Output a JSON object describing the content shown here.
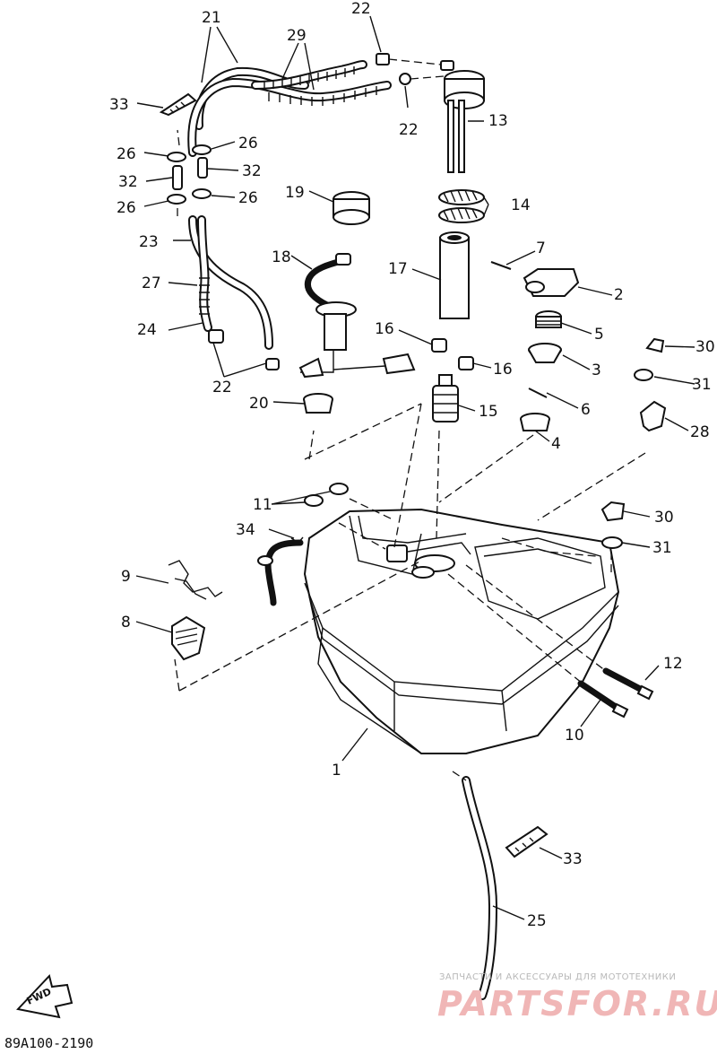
{
  "diagram": {
    "part_numbers": [
      "1",
      "2",
      "3",
      "4",
      "5",
      "6",
      "7",
      "8",
      "9",
      "10",
      "11",
      "12",
      "13",
      "14",
      "15",
      "16",
      "17",
      "18",
      "19",
      "20",
      "21",
      "22",
      "23",
      "24",
      "25",
      "26",
      "27",
      "28",
      "29",
      "30",
      "31",
      "32",
      "33",
      "34"
    ],
    "labels": {
      "l21": "21",
      "l29": "29",
      "l22a": "22",
      "l22b": "22",
      "l33a": "33",
      "l13": "13",
      "l26a": "26",
      "l26b": "26",
      "l26c": "26",
      "l26d": "26",
      "l32a": "32",
      "l32b": "32",
      "l19": "19",
      "l14": "14",
      "l23": "23",
      "l7": "7",
      "l2": "2",
      "l18": "18",
      "l17": "17",
      "l27": "27",
      "l24": "24",
      "l5": "5",
      "l30a": "30",
      "l16a": "16",
      "l16b": "16",
      "l3": "3",
      "l31a": "31",
      "l22c": "22",
      "l6": "6",
      "l20": "20",
      "l15": "15",
      "l4": "4",
      "l28": "28",
      "l11": "11",
      "l30b": "30",
      "l34": "34",
      "l31b": "31",
      "l9": "9",
      "l8": "8",
      "l12": "12",
      "l10": "10",
      "l1": "1",
      "l33b": "33",
      "l25": "25"
    },
    "fwd_label": "FWD",
    "drawing_code": "89A100-2190"
  },
  "watermark": {
    "tagline": "ЗАПЧАСТИ И АКСЕССУАРЫ ДЛЯ МОТОТЕХНИКИ",
    "brand": "PARTSFOR.RU"
  }
}
